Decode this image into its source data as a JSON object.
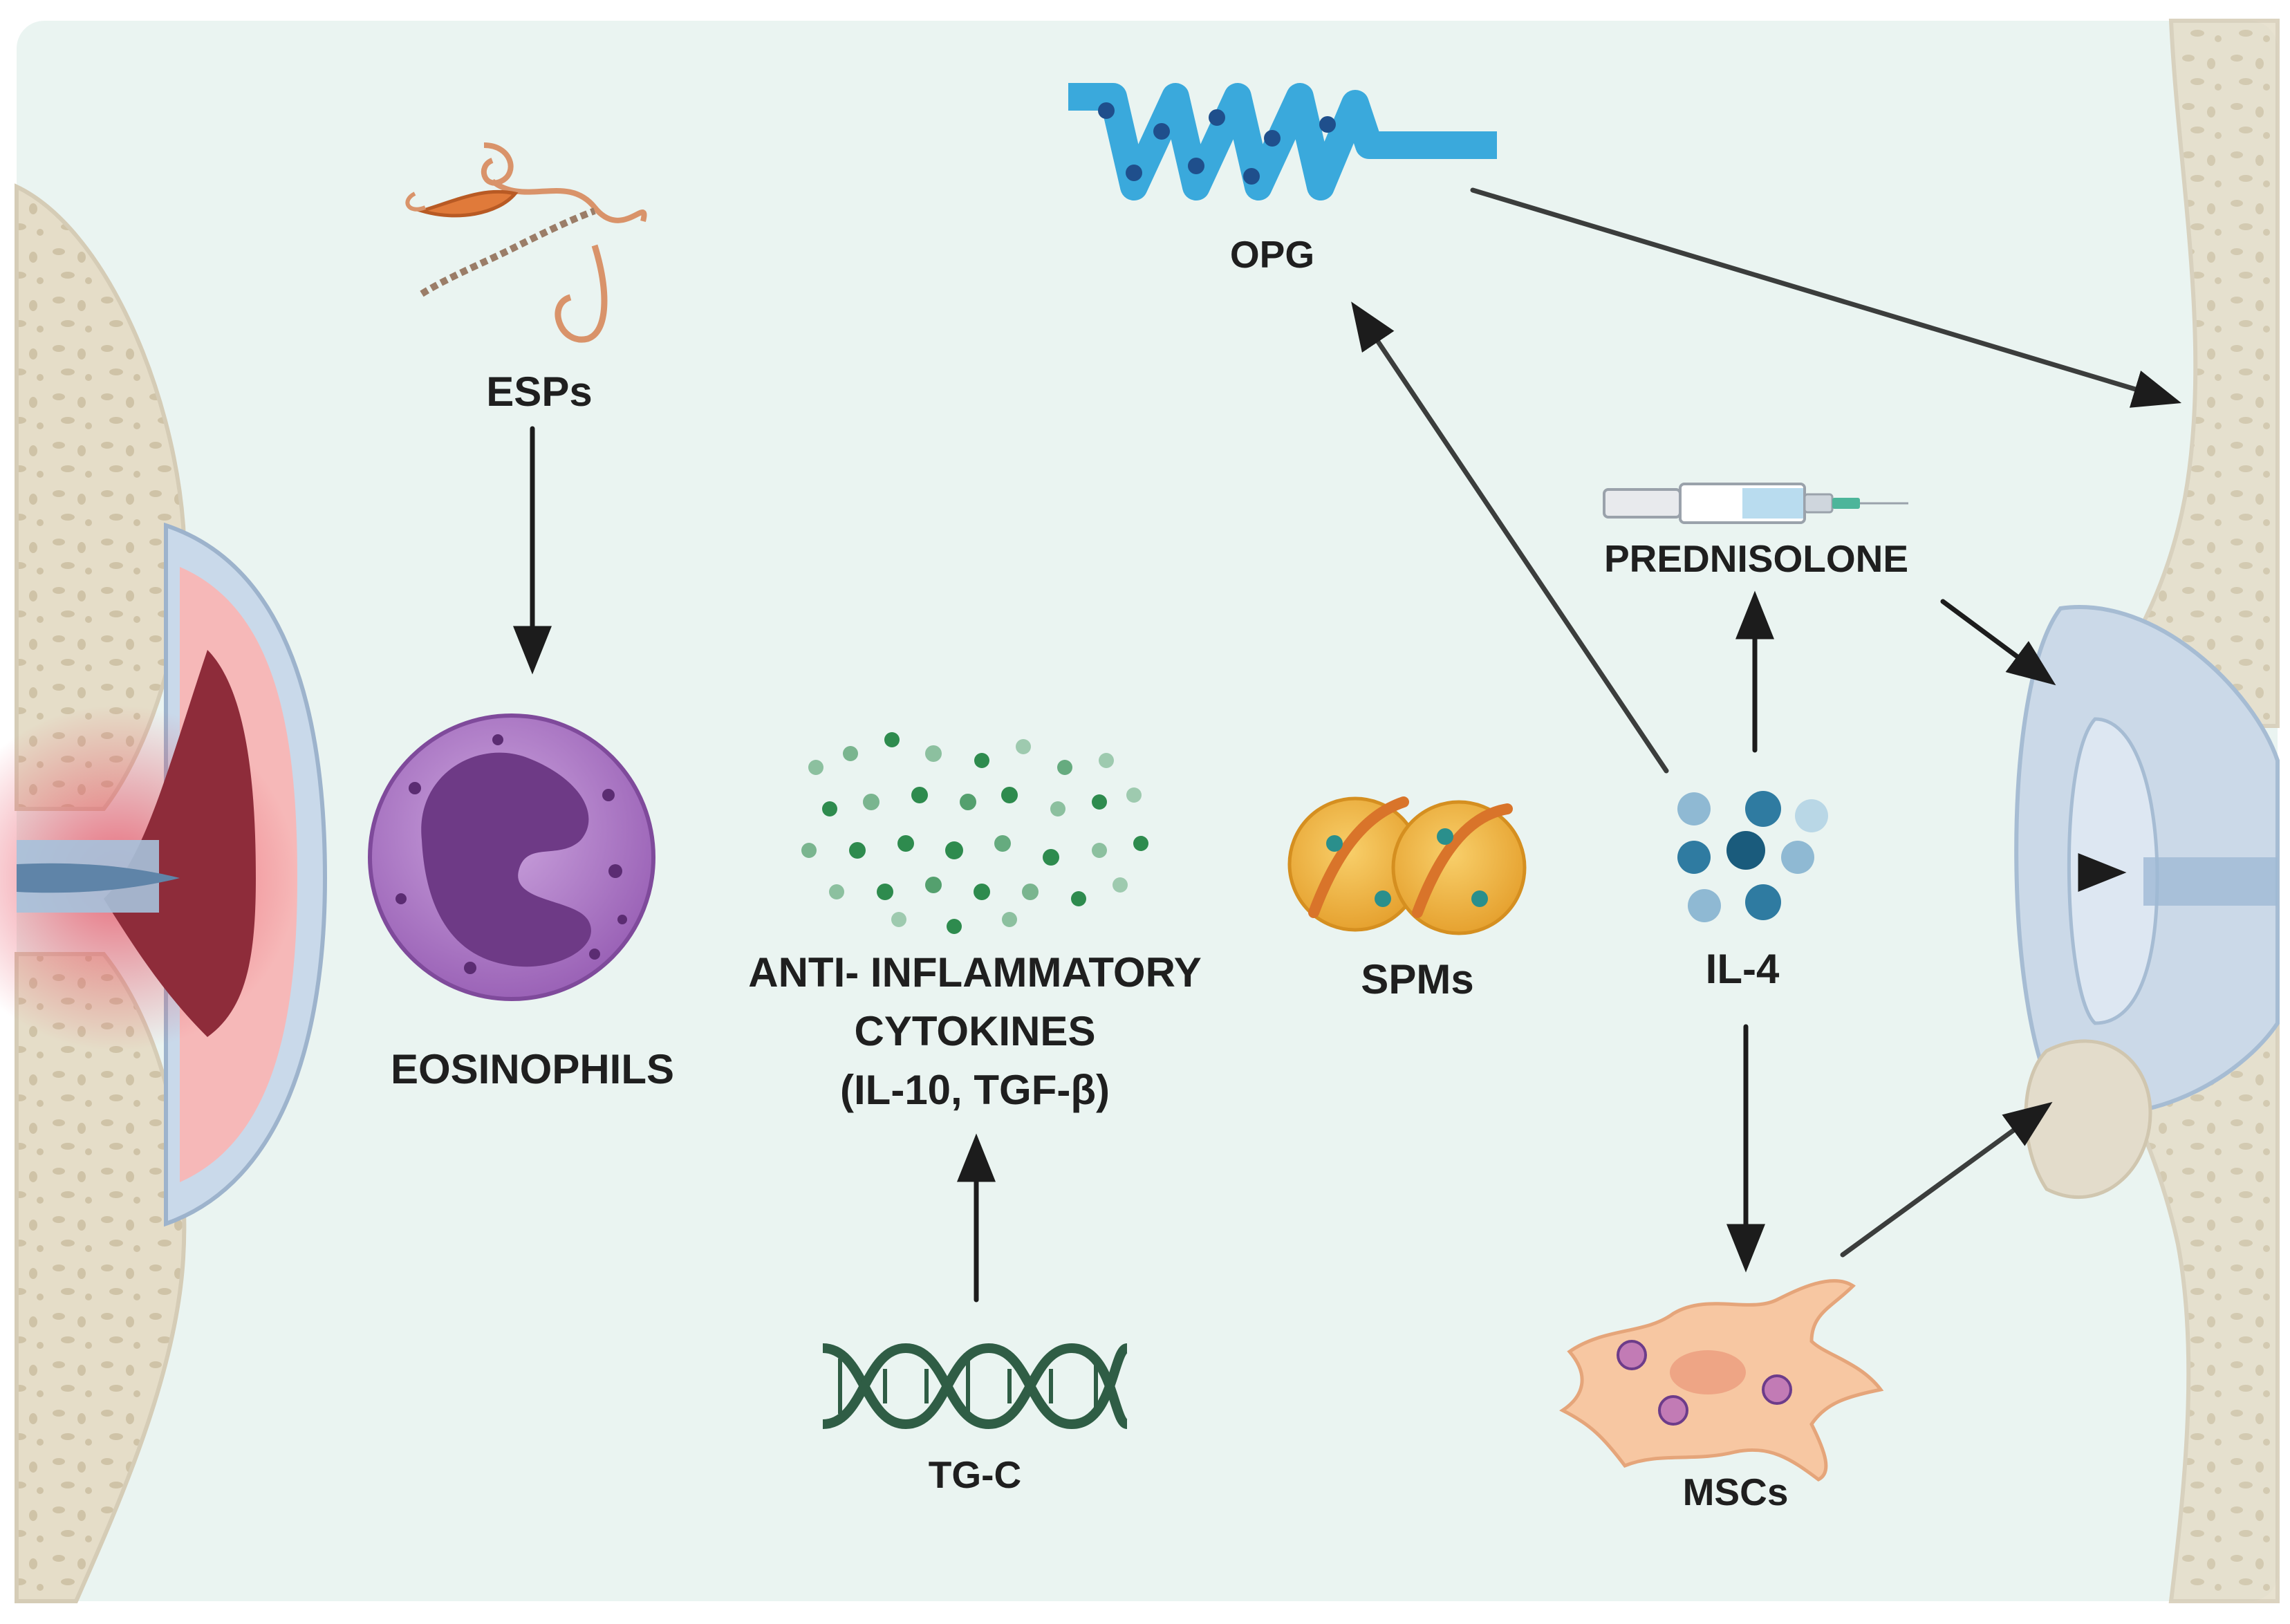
{
  "labels": {
    "esps": "ESPs",
    "eosinophils": "EOSINOPHILS",
    "cytokines_line1": "ANTI- INFLAMMATORY",
    "cytokines_line2": "CYTOKINES",
    "cytokines_line3": "(IL-10, TGF-β)",
    "spms": "SPMs",
    "il4": "IL-4",
    "opg": "OPG",
    "prednisolone": "PREDNISOLONE",
    "tgc": "TG-C",
    "mscs": "MSCs"
  },
  "colors": {
    "panel_bg": "#eaf4f1",
    "bone_fill": "#e7e0cf",
    "cartilage_inflamed": "#f2a3a3",
    "synovial_blue": "#c7d8ea",
    "eosinophil_purple": "#a577c0",
    "cytokine_green": "#2e8b4e",
    "spm_orange": "#f0b23a",
    "il4_blue": "#2f7ba1",
    "opg_blue": "#3aa9dc",
    "dna_green": "#2f5d45",
    "msc_peach": "#f7c7a2",
    "arrow": "#1c1c1c"
  },
  "icons": [
    "parasite-icon",
    "eosinophil-icon",
    "cytokine-cloud-icon",
    "spm-icon",
    "il4-icon",
    "opg-protein-icon",
    "syringe-icon",
    "dna-icon",
    "msc-cell-icon",
    "inflamed-joint",
    "healthy-joint"
  ]
}
